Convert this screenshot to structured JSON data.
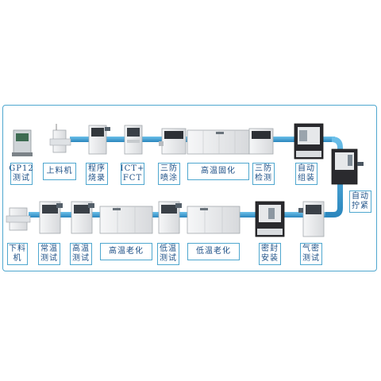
{
  "stations": {
    "gp12": [
      "GP12",
      "测试"
    ],
    "loading": [
      "上料机"
    ],
    "programming": [
      "程序",
      "烧录"
    ],
    "ict_fct": [
      "ICT+",
      "FCT"
    ],
    "coating": [
      "三防",
      "喷涂"
    ],
    "curing": [
      "高温固化"
    ],
    "coating_check": [
      "三防",
      "检测"
    ],
    "auto_assembly": [
      "自动",
      "组装"
    ],
    "auto_screw": [
      "自动",
      "拧紧"
    ],
    "unloading": [
      "下料",
      "机"
    ],
    "room_temp_test": [
      "常温",
      "测试"
    ],
    "high_temp_test": [
      "高温",
      "测试"
    ],
    "high_temp_aging": [
      "高温老化"
    ],
    "low_temp_test": [
      "低温",
      "测试"
    ],
    "low_temp_aging": [
      "低温老化"
    ],
    "seal_install": [
      "密封",
      "安装"
    ],
    "airtight_test": [
      "气密",
      "测试"
    ]
  },
  "colors": {
    "conveyor": "#3b9fd3",
    "frame": "#4fa7cf",
    "label_text": "#1c4f86",
    "machine_body": "#e9eaec",
    "machine_dark": "#2a2a2e"
  }
}
